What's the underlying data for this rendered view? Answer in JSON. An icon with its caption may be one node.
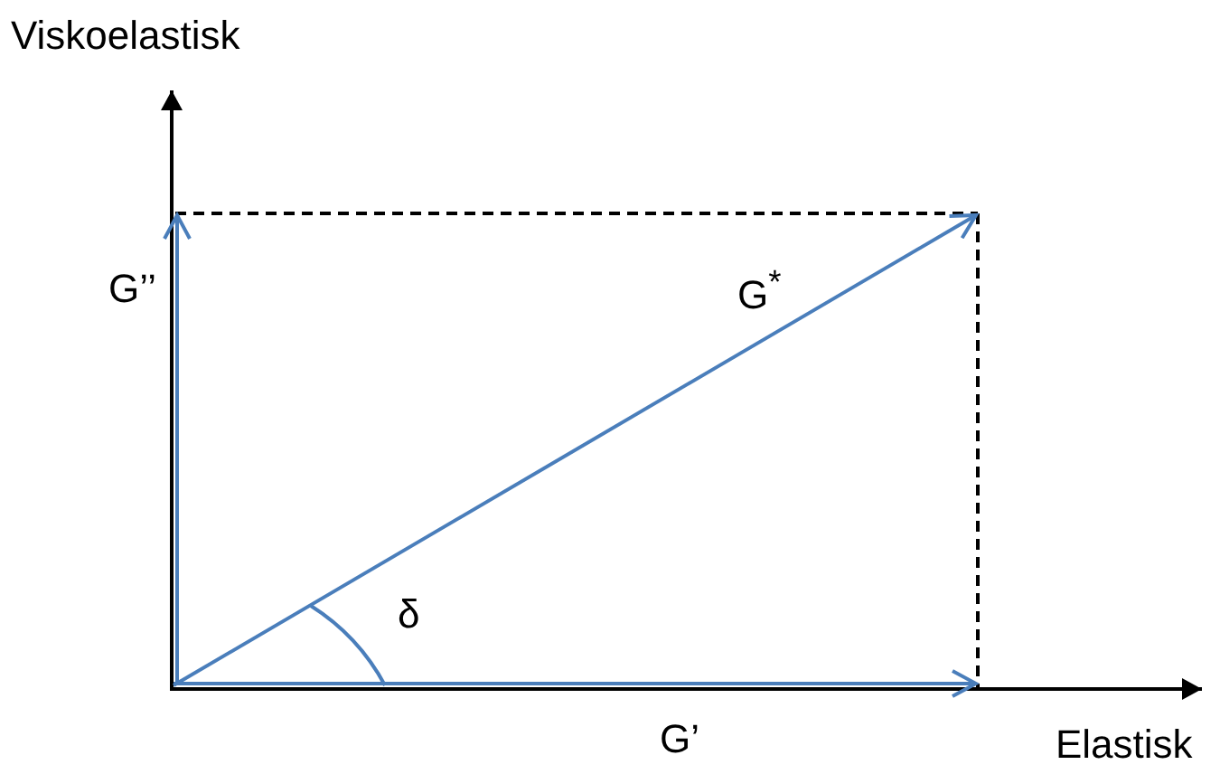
{
  "diagram": {
    "labels": [
      "Viskoelastisk",
      "G’’",
      "G$^{*}$",
      "δ",
      "G’",
      "Elastisk"
    ]
  }
}
